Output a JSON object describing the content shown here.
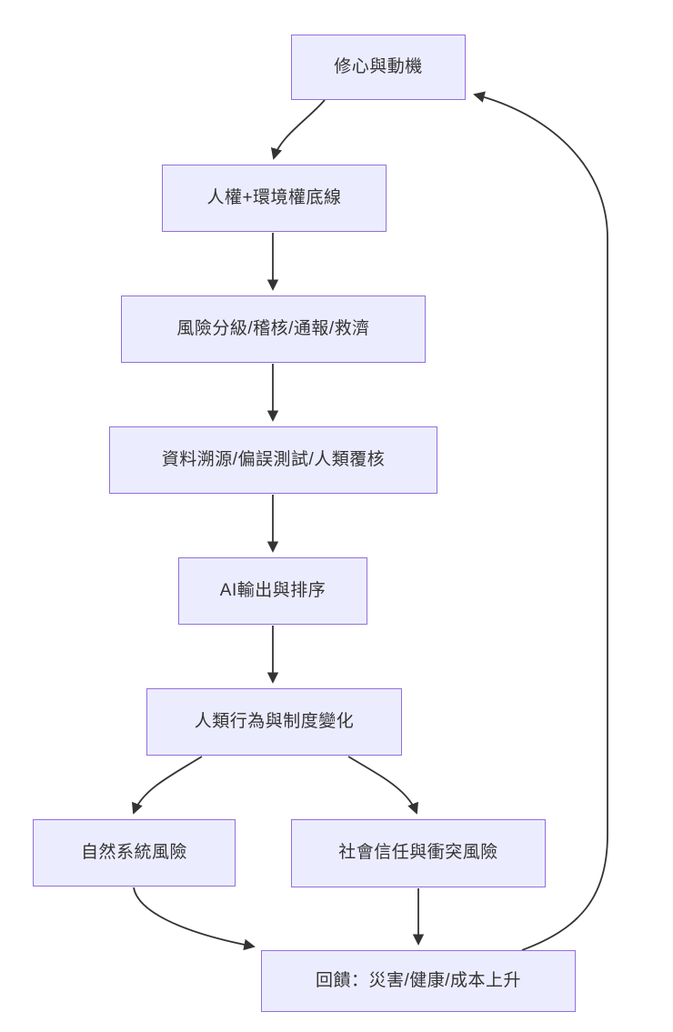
{
  "diagram": {
    "type": "flowchart",
    "direction": "top-down",
    "nodes": [
      {
        "id": "mind",
        "label": "修心與動機"
      },
      {
        "id": "rights",
        "label": "人權+環境權底線"
      },
      {
        "id": "risk",
        "label": "風險分級/稽核/通報/救濟"
      },
      {
        "id": "data",
        "label": "資料溯源/偏誤測試/人類覆核"
      },
      {
        "id": "ai",
        "label": "AI輸出與排序"
      },
      {
        "id": "behavior",
        "label": "人類行為與制度變化"
      },
      {
        "id": "nature",
        "label": "自然系統風險"
      },
      {
        "id": "social",
        "label": "社會信任與衝突風險"
      },
      {
        "id": "feedback",
        "label": "回饋：災害/健康/成本上升"
      }
    ],
    "edges": [
      {
        "from": "mind",
        "to": "rights"
      },
      {
        "from": "rights",
        "to": "risk"
      },
      {
        "from": "risk",
        "to": "data"
      },
      {
        "from": "data",
        "to": "ai"
      },
      {
        "from": "ai",
        "to": "behavior"
      },
      {
        "from": "behavior",
        "to": "nature"
      },
      {
        "from": "behavior",
        "to": "social"
      },
      {
        "from": "nature",
        "to": "feedback"
      },
      {
        "from": "social",
        "to": "feedback"
      },
      {
        "from": "feedback",
        "to": "mind"
      }
    ],
    "colors": {
      "node_fill": "#ECECFF",
      "node_border": "#9370DB",
      "arrow": "#333333",
      "text": "#333333",
      "background": "#FFFFFF"
    }
  }
}
